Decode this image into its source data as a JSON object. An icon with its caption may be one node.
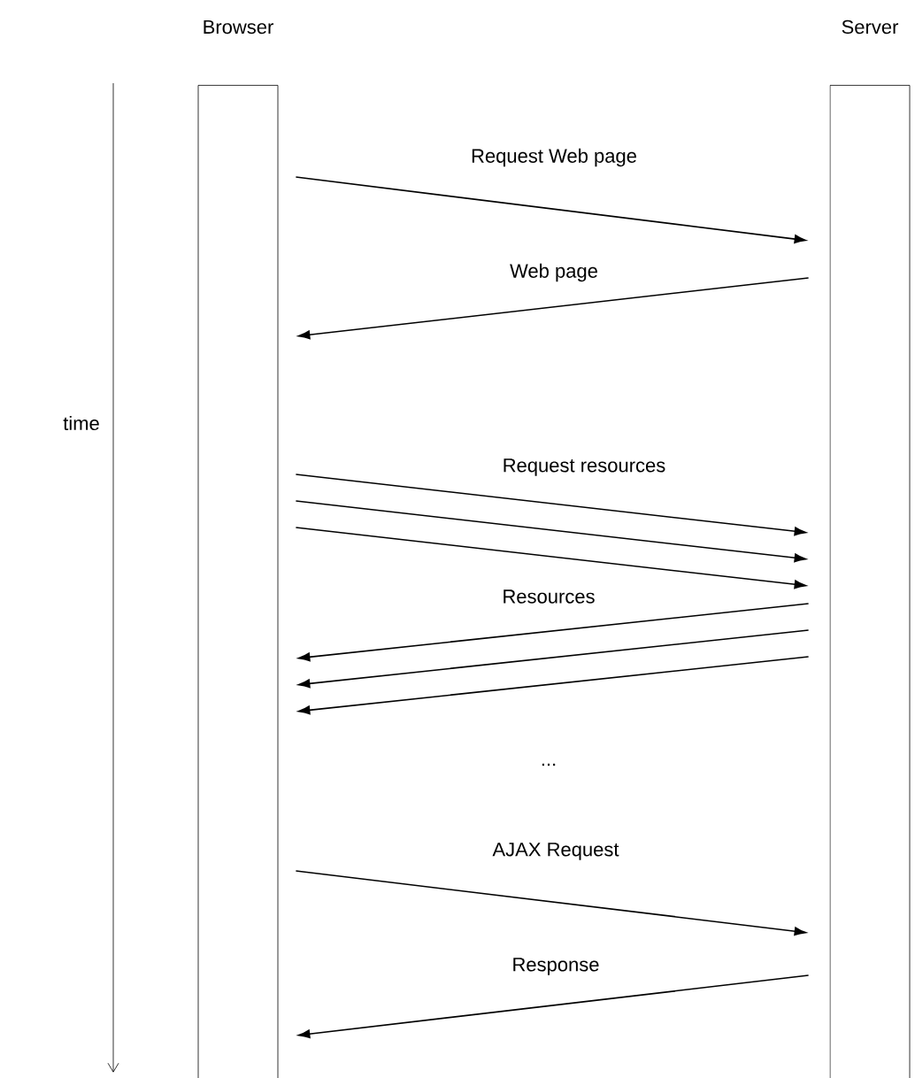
{
  "diagram": {
    "nodes": [
      {
        "text": [
          "Browser"
        ]
      },
      {
        "text": [
          "Server"
        ]
      }
    ],
    "edges": [
      {
        "from": 0,
        "to": 1,
        "arrow": "to",
        "label": "Request Web page"
      },
      {
        "from": 1,
        "to": 0,
        "arrow": "to",
        "label": "Web page"
      },
      {
        "from": 0,
        "to": 1,
        "arrow": "to",
        "label": "Request resources"
      },
      {
        "from": 0,
        "to": 1,
        "arrow": "to"
      },
      {
        "from": 0,
        "to": 1,
        "arrow": "to"
      },
      {
        "from": 1,
        "to": 0,
        "arrow": "to",
        "label": "Resources"
      },
      {
        "from": 1,
        "to": 0,
        "arrow": "to"
      },
      {
        "from": 1,
        "to": 0,
        "arrow": "to"
      },
      {
        "from": 0,
        "to": 1,
        "arrow": "to",
        "label": "AJAX Request"
      },
      {
        "from": 1,
        "to": 0,
        "arrow": "to",
        "label": "Response"
      }
    ],
    "labels": [
      "time",
      "..."
    ]
  }
}
